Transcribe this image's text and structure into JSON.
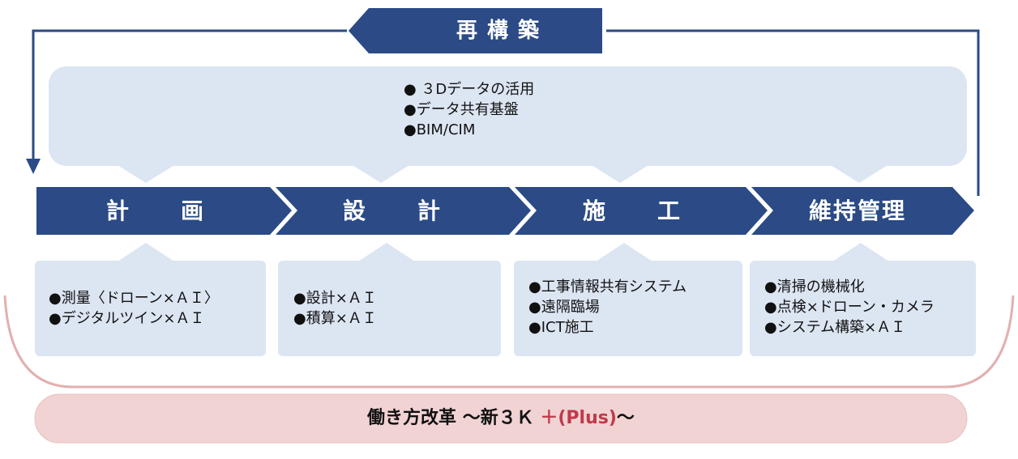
{
  "loop": {
    "label": "再構築"
  },
  "shared": {
    "items": [
      "● ３Dデータの活用",
      "●データ共有基盤",
      "●BIM/CIM"
    ]
  },
  "stages": [
    {
      "label": "計　画",
      "items": [
        "●測量〈ドローン×ＡＩ〉",
        "●デジタルツイン×ＡＩ"
      ]
    },
    {
      "label": "設　計",
      "items": [
        "●設計×ＡＩ",
        "●積算×ＡＩ"
      ]
    },
    {
      "label": "施　工",
      "items": [
        "●工事情報共有システム",
        "●遠隔臨場",
        "●ICT施工"
      ]
    },
    {
      "label": "維持管理",
      "items": [
        "●清掃の機械化",
        "●点検×ドローン・カメラ",
        "●システム構築×ＡＩ"
      ]
    }
  ],
  "reform": {
    "main": "働き方改革 〜新３Ｋ ",
    "plus": "＋(Plus)",
    "tail": "〜"
  },
  "colors": {
    "navy": "#2b4a86",
    "light": "#dce5f2",
    "pink": "#f1d3d3",
    "pink_border": "#e2b0b0",
    "red": "#c0394a"
  }
}
